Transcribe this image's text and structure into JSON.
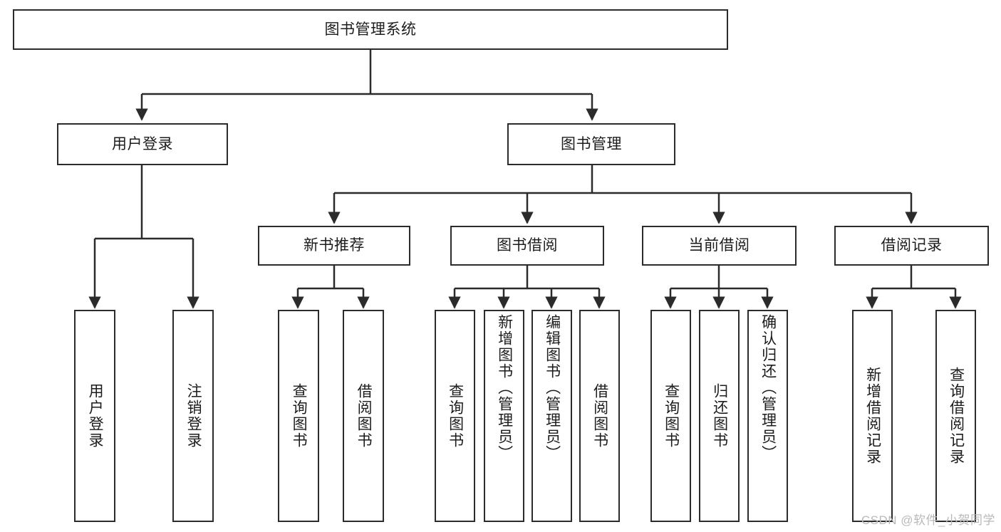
{
  "diagram": {
    "type": "hierarchy-tree",
    "title": "图书管理系统",
    "orientation": "top-down",
    "colors": {
      "background": "#ffffff",
      "node_border": "#2b2b2b",
      "node_fill": "#ffffff",
      "edge": "#2b2b2b",
      "text": "#1c1c1c",
      "watermark": "#b9b9b9"
    },
    "nodes": {
      "root": {
        "label": "图书管理系统"
      },
      "level2": [
        {
          "id": "user-login",
          "label": "用户登录"
        },
        {
          "id": "book-manage",
          "label": "图书管理"
        }
      ],
      "level3": [
        {
          "id": "new-book-recommend",
          "label": "新书推荐"
        },
        {
          "id": "book-borrow",
          "label": "图书借阅"
        },
        {
          "id": "current-borrow",
          "label": "当前借阅"
        },
        {
          "id": "borrow-record",
          "label": "借阅记录"
        }
      ],
      "leaves": {
        "user_login": [
          {
            "id": "leaf-user-login",
            "label": "用户登录"
          },
          {
            "id": "leaf-user-logout",
            "label": "注销登录"
          }
        ],
        "new_book_recommend": [
          {
            "id": "leaf-query-book-1",
            "label": "查询图书"
          },
          {
            "id": "leaf-borrow-book-1",
            "label": "借阅图书"
          }
        ],
        "book_borrow": [
          {
            "id": "leaf-query-book-2",
            "label": "查询图书"
          },
          {
            "id": "leaf-add-book",
            "label": "新增图书（管理员）"
          },
          {
            "id": "leaf-edit-book",
            "label": "编辑图书（管理员）"
          },
          {
            "id": "leaf-borrow-book-2",
            "label": "借阅图书"
          }
        ],
        "current_borrow": [
          {
            "id": "leaf-query-book-3",
            "label": "查询图书"
          },
          {
            "id": "leaf-return-book",
            "label": "归还图书"
          },
          {
            "id": "leaf-confirm-return",
            "label": "确认归还（管理员）"
          }
        ],
        "borrow_record": [
          {
            "id": "leaf-add-record",
            "label": "新增借阅记录"
          },
          {
            "id": "leaf-query-record",
            "label": "查询借阅记录"
          }
        ]
      }
    }
  },
  "watermark": {
    "text": "CSDN @软件_小贺同学"
  }
}
